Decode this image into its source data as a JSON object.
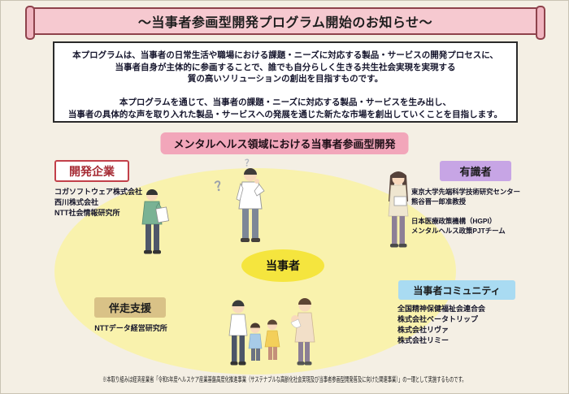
{
  "banner": {
    "title": "〜当事者参画型開発プログラム開始のお知らせ〜"
  },
  "intro": {
    "lines": [
      "本プログラムは、当事者の日常生活や職場における課題・ニーズに対応する製品・サービスの開発プロセスに、",
      "当事者自身が主体的に参画することで、誰でも自分らしく生きる共生社会実現を実現する",
      "質の高いソリューションの創出を目指すものです。",
      "",
      "本プログラムを通じて、当事者の課題・ニーズに対応する製品・サービスを生み出し、",
      "当事者の具体的な声を取り入れた製品・サービスへの発展を通じた新たな市場を創出していくことを目指します。"
    ]
  },
  "section": {
    "badge": "メンタルヘルス領域における当事者参画型開発"
  },
  "diagram": {
    "center_label": "当事者",
    "question_marks": [
      "？",
      "？"
    ],
    "groups": [
      {
        "id": "dev",
        "label": "開発企業",
        "members": [
          "コガソフトウェア株式会社",
          "西川株式会社",
          "NTT社会情報研究所"
        ]
      },
      {
        "id": "experts",
        "label": "有識者",
        "members": [
          "東京大学先端科学技術研究センター",
          "熊谷晋一郎准教授",
          "",
          "日本医療政策機構（HGPI）",
          "メンタルヘルス政策PJTチーム"
        ]
      },
      {
        "id": "support",
        "label": "伴走支援",
        "members": [
          "NTTデータ経営研究所"
        ]
      },
      {
        "id": "community",
        "label": "当事者コミュニティ",
        "members": [
          "全国精神保健福祉会連合会",
          "株式会社ベータトリップ",
          "株式会社リヴァ",
          "株式会社リミー"
        ]
      }
    ]
  },
  "footnote": "※本取り組みは経済産業省「令和5年度ヘルスケア産業基盤高度化推進事業（サステナブルな高齢化社会実現及び当事者参画型開発普及に向けた関連事業）」の一環として実施するものです。",
  "colors": {
    "banner_bg": "#f6c9d0",
    "banner_border": "#8e424b",
    "badge_bg": "#f2a6ba",
    "big_ellipse_bg": "#f9f2ad",
    "center_ellipse_bg": "#f5e53e",
    "dev_border": "#c2404a",
    "experts_bg": "#c7a5e5",
    "support_bg": "#d9c287",
    "community_bg": "#a9dbf2"
  }
}
